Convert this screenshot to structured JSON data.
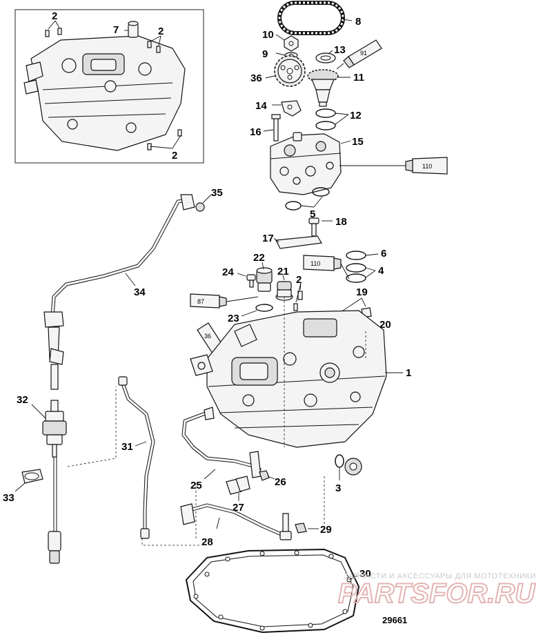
{
  "diagram_id": "29661",
  "watermark": {
    "tagline": "ЗАПЧАСТИ И АКСЕССУАРЫ ДЛЯ МОТОТЕХНИКИ",
    "brand": "PARTSFOR.RU"
  },
  "tube_labels": {
    "t91": "91",
    "t110a": "110",
    "t110b": "110",
    "t87": "87",
    "t36": "36"
  },
  "callouts": {
    "c1": "1",
    "c2a": "2",
    "c2b": "2",
    "c2c": "2",
    "c2d": "2",
    "c3": "3",
    "c4": "4",
    "c5": "5",
    "c6": "6",
    "c7": "7",
    "c8": "8",
    "c9": "9",
    "c10": "10",
    "c11": "11",
    "c12": "12",
    "c13": "13",
    "c14": "14",
    "c15": "15",
    "c16": "16",
    "c17": "17",
    "c18": "18",
    "c19": "19",
    "c20": "20",
    "c21": "21",
    "c22": "22",
    "c23": "23",
    "c24": "24",
    "c25": "25",
    "c26": "26",
    "c27": "27",
    "c28": "28",
    "c29": "29",
    "c30": "30",
    "c31": "31",
    "c32": "32",
    "c33": "33",
    "c34": "34",
    "c35": "35",
    "c36": "36"
  }
}
